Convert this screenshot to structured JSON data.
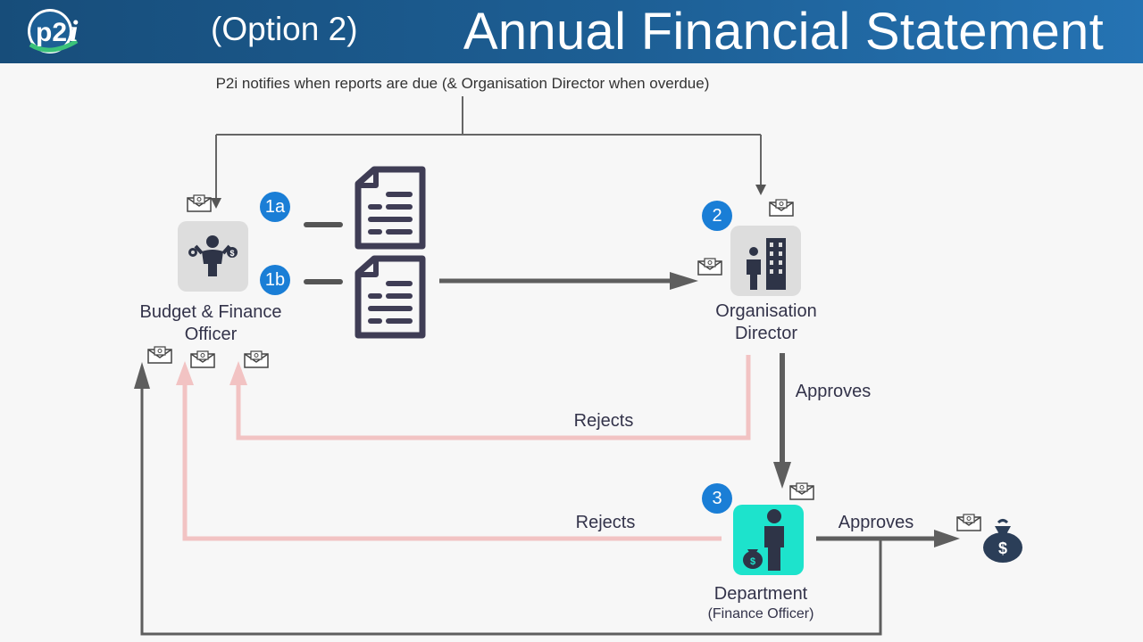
{
  "header": {
    "logo_text": "p2i",
    "option": "(Option 2)",
    "title": "Annual Financial Statement"
  },
  "notify_text": "P2i notifies when reports are due (& Organisation Director when overdue)",
  "nodes": {
    "bfo": {
      "line1": "Budget & Finance",
      "line2": "Officer",
      "icon": "person-finance-icon"
    },
    "director": {
      "line1": "Organisation",
      "line2": "Director",
      "icon": "building-person-icon"
    },
    "department": {
      "line1": "Department",
      "line2": "(Finance Officer)",
      "icon": "person-money-bag-icon"
    }
  },
  "badges": {
    "b1a": "1a",
    "b1b": "1b",
    "b2": "2",
    "b3": "3"
  },
  "edges": {
    "director_approves": "Approves",
    "director_rejects": "Rejects",
    "department_rejects": "Rejects",
    "department_approves": "Approves"
  },
  "colors": {
    "header_start": "#174d7a",
    "header_end": "#2573b3",
    "badge": "#1a7ed6",
    "reject_line": "#f2c3c3",
    "flow_line": "#5e5e5e",
    "department_tile": "#1de3cc",
    "icon_dark": "#2e3447"
  }
}
